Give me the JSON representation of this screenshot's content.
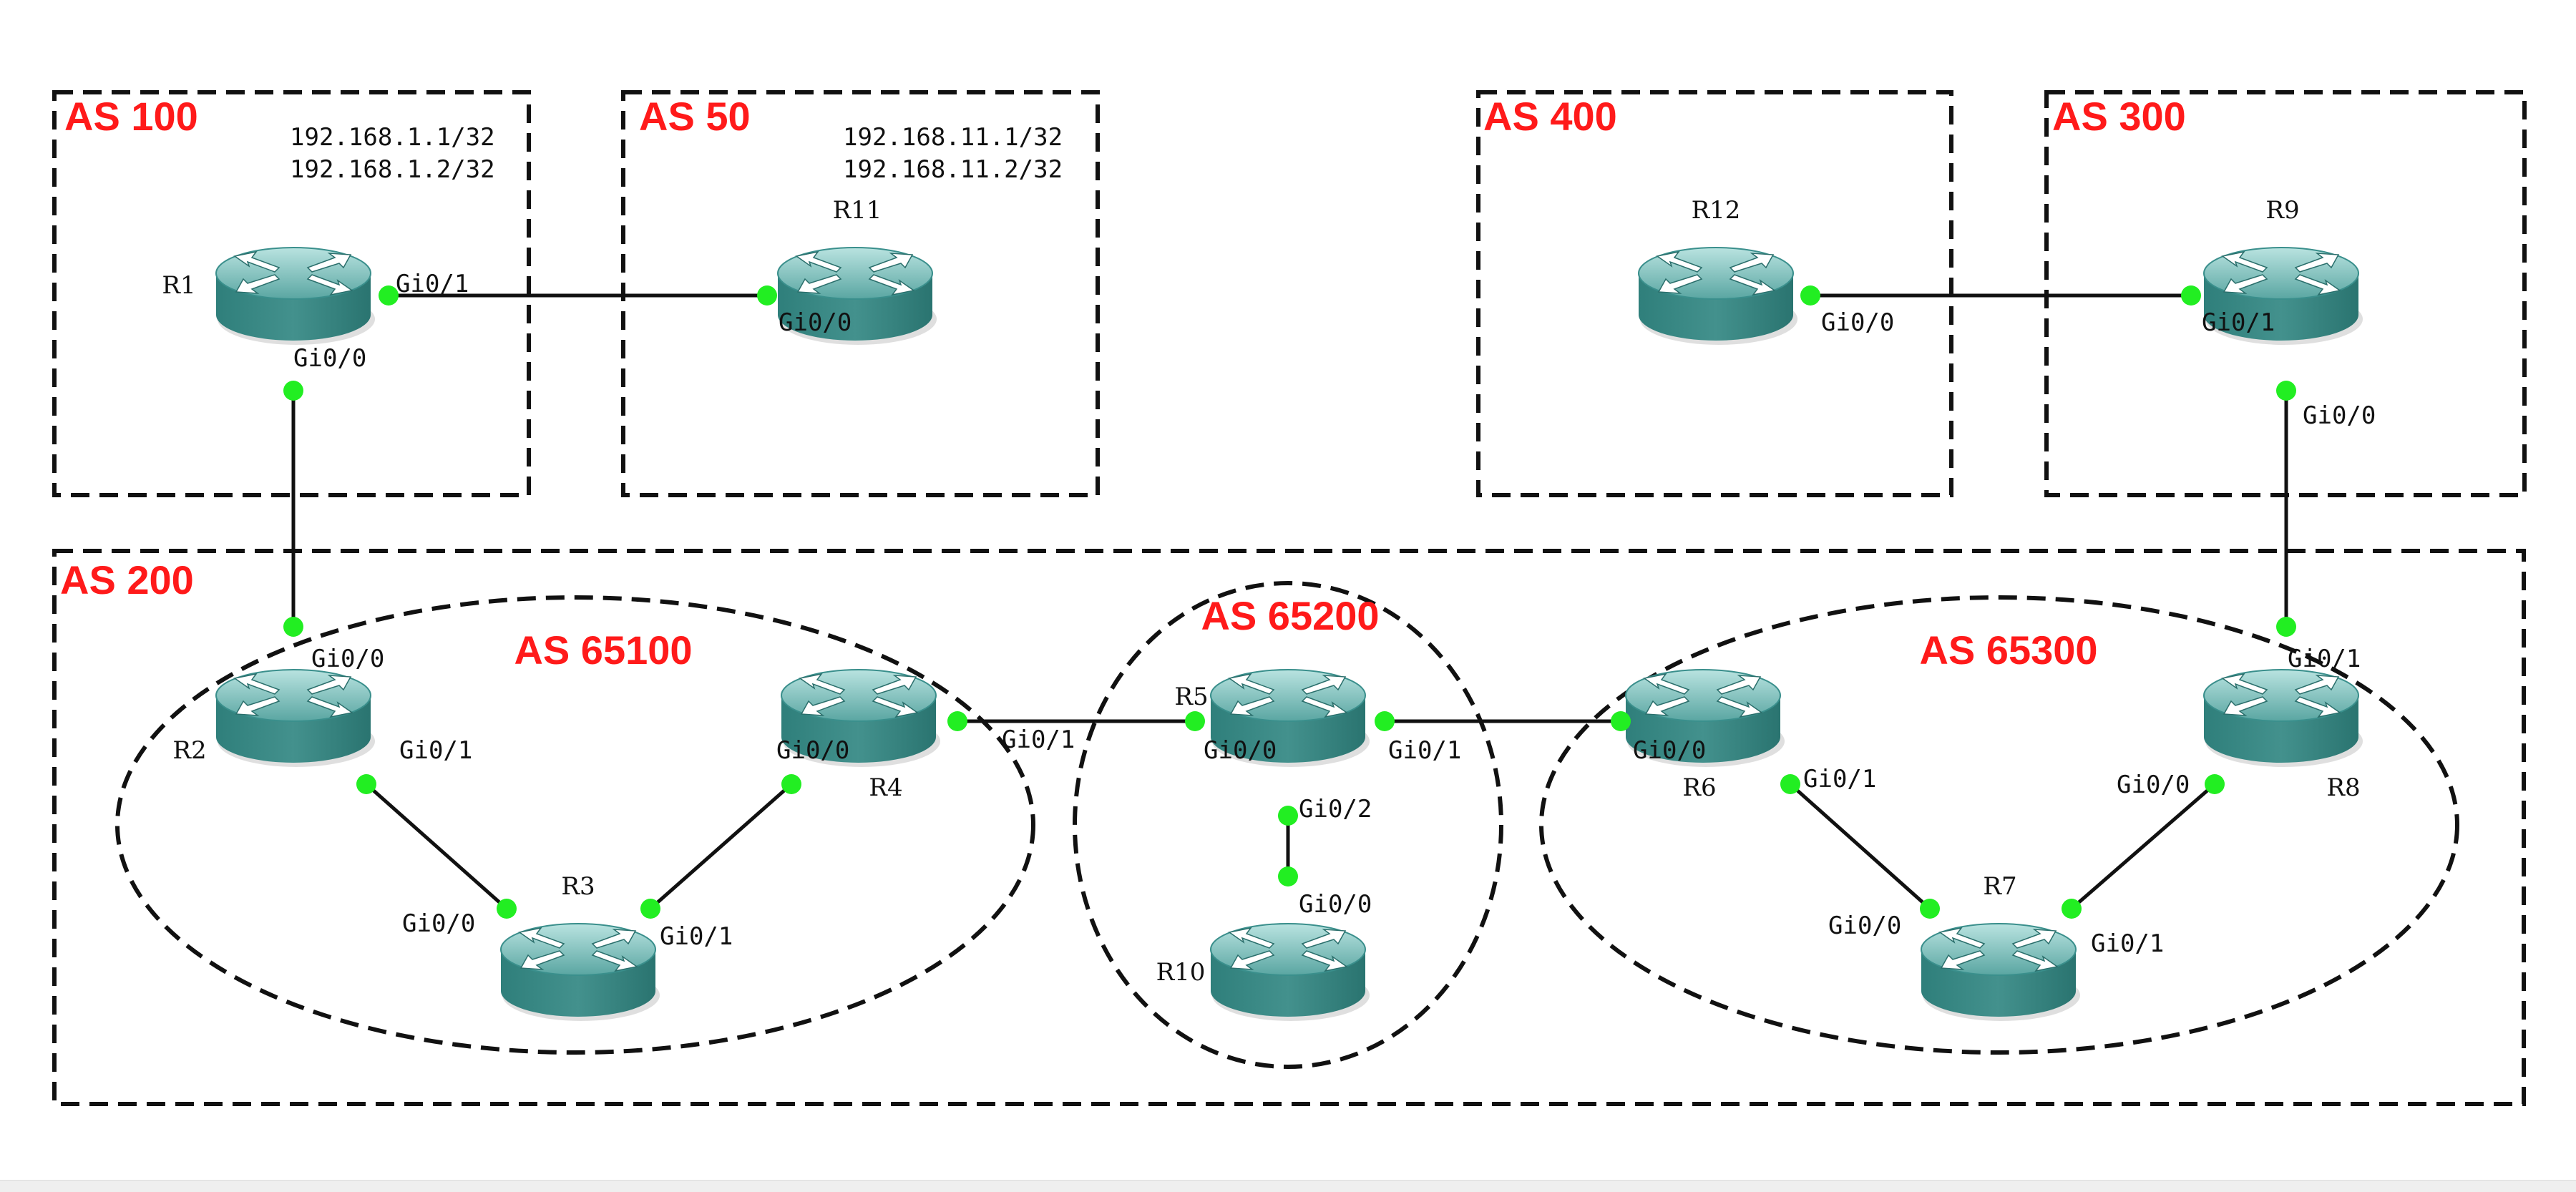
{
  "colors": {
    "as_label": "#ff1a1a",
    "interface_dot": "#22ee22",
    "router_body": "#3a8f8c",
    "router_top": "#7fc4c1",
    "line": "#111111"
  },
  "as_boxes": [
    {
      "id": "as100",
      "label": "AS 100"
    },
    {
      "id": "as50",
      "label": "AS 50"
    },
    {
      "id": "as400",
      "label": "AS 400"
    },
    {
      "id": "as300",
      "label": "AS 300"
    },
    {
      "id": "as200",
      "label": "AS 200"
    }
  ],
  "sub_as": [
    {
      "id": "as65100",
      "label": "AS 65100"
    },
    {
      "id": "as65200",
      "label": "AS 65200"
    },
    {
      "id": "as65300",
      "label": "AS 65300"
    }
  ],
  "networks": {
    "as100": [
      "192.168.1.1/32",
      "192.168.1.2/32"
    ],
    "as50": [
      "192.168.11.1/32",
      "192.168.11.2/32"
    ]
  },
  "routers": [
    {
      "id": "R1",
      "label": "R1",
      "icon": "router-icon"
    },
    {
      "id": "R11",
      "label": "R11",
      "icon": "router-icon"
    },
    {
      "id": "R12",
      "label": "R12",
      "icon": "router-icon"
    },
    {
      "id": "R9",
      "label": "R9",
      "icon": "router-icon"
    },
    {
      "id": "R2",
      "label": "R2",
      "icon": "router-icon"
    },
    {
      "id": "R3",
      "label": "R3",
      "icon": "router-icon"
    },
    {
      "id": "R4",
      "label": "R4",
      "icon": "router-icon"
    },
    {
      "id": "R5",
      "label": "R5",
      "icon": "router-icon"
    },
    {
      "id": "R10",
      "label": "R10",
      "icon": "router-icon"
    },
    {
      "id": "R6",
      "label": "R6",
      "icon": "router-icon"
    },
    {
      "id": "R7",
      "label": "R7",
      "icon": "router-icon"
    },
    {
      "id": "R8",
      "label": "R8",
      "icon": "router-icon"
    }
  ],
  "links": [
    {
      "id": "l1",
      "a": "R1",
      "a_if": "Gi0/1",
      "b": "R11",
      "b_if": "Gi0/0"
    },
    {
      "id": "l2",
      "a": "R1",
      "a_if": "Gi0/0",
      "b": "R2",
      "b_if": "Gi0/0"
    },
    {
      "id": "l3",
      "a": "R12",
      "a_if": "Gi0/0",
      "b": "R9",
      "b_if": "Gi0/1"
    },
    {
      "id": "l4",
      "a": "R9",
      "a_if": "Gi0/0",
      "b": "R8",
      "b_if": "Gi0/1"
    },
    {
      "id": "l5",
      "a": "R2",
      "a_if": "Gi0/1",
      "b": "R3",
      "b_if": "Gi0/0"
    },
    {
      "id": "l6",
      "a": "R3",
      "a_if": "Gi0/1",
      "b": "R4",
      "b_if": "Gi0/0"
    },
    {
      "id": "l7",
      "a": "R4",
      "a_if": "Gi0/1",
      "b": "R5",
      "b_if": "Gi0/0"
    },
    {
      "id": "l8",
      "a": "R5",
      "a_if": "Gi0/1",
      "b": "R6",
      "b_if": "Gi0/0"
    },
    {
      "id": "l9",
      "a": "R5",
      "a_if": "Gi0/2",
      "b": "R10",
      "b_if": "Gi0/0"
    },
    {
      "id": "l10",
      "a": "R6",
      "a_if": "Gi0/1",
      "b": "R7",
      "b_if": "Gi0/0"
    },
    {
      "id": "l11",
      "a": "R7",
      "a_if": "Gi0/1",
      "b": "R8",
      "b_if": "Gi0/0"
    }
  ]
}
